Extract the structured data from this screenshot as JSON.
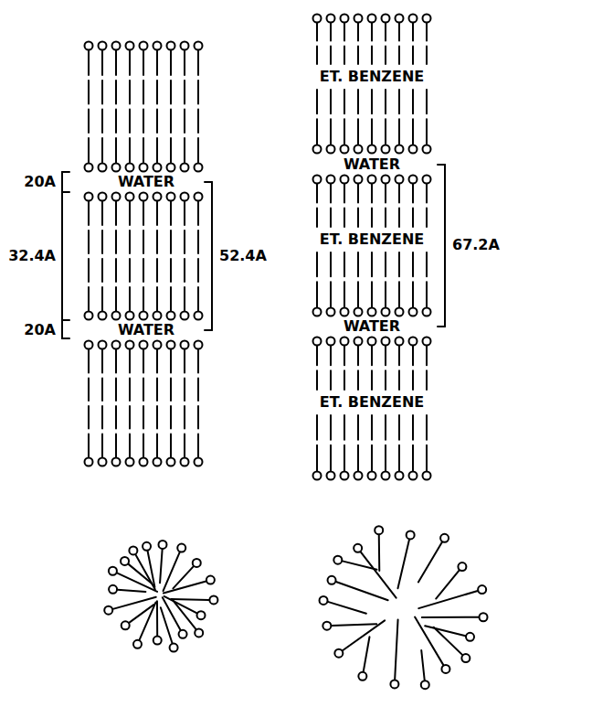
{
  "diagram": {
    "labels": [
      "20A",
      "WATER",
      "32.4A",
      "52.4A",
      "20A",
      "WATER",
      "ET. BENZENE",
      "WATER",
      "ET. BENZENE",
      "67.2A",
      "WATER",
      "ET. BENZENE"
    ]
  }
}
